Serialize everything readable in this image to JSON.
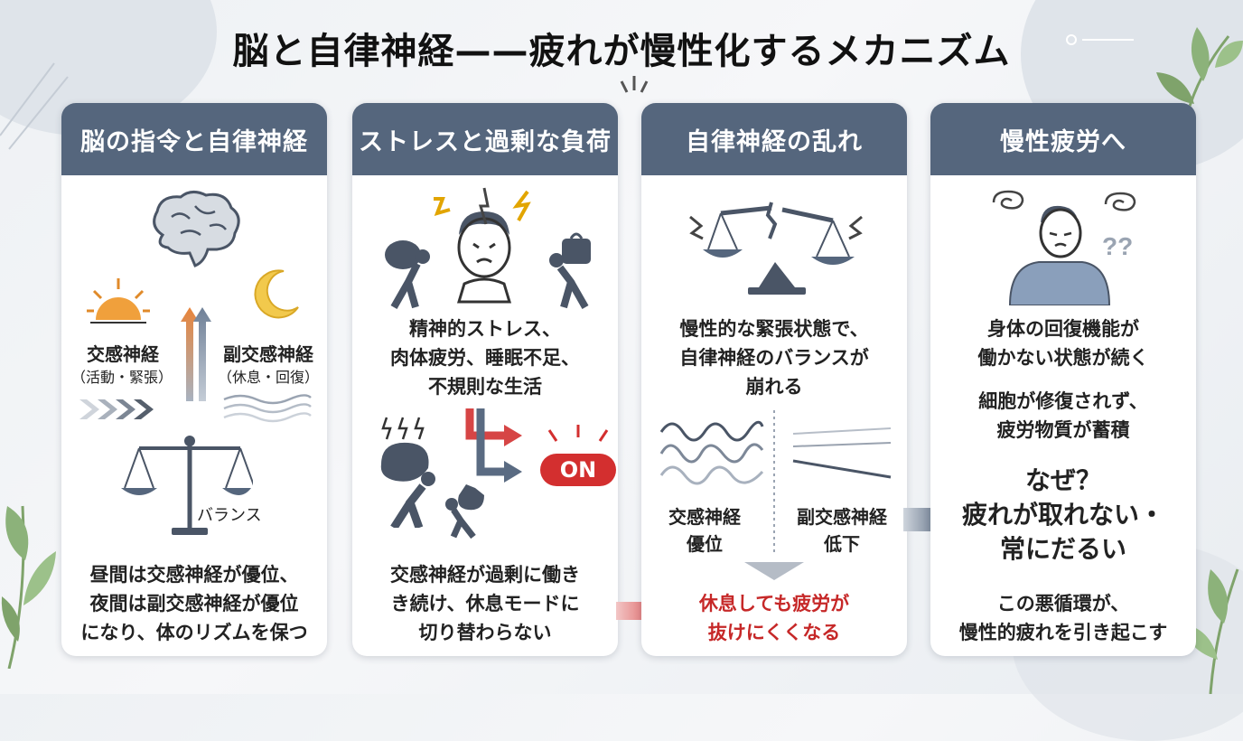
{
  "title": "脳と自律神経——疲れが慢性化するメカニズム",
  "colors": {
    "header": "#55667d",
    "accent_red": "#c62828",
    "orange": "#f0a03c",
    "moon": "#f2c94c"
  },
  "cards": [
    {
      "header": "脳の指令と自律神経",
      "sympathetic_label": "交感神経",
      "sympathetic_sub": "（活動・緊張）",
      "parasympathetic_label": "副交感神経",
      "parasympathetic_sub": "（休息・回復）",
      "balance_label": "バランス",
      "body_lines": [
        "昼間は交感神経が優位、",
        "夜間は副交感神経が優位",
        "になり、体のリズムを保つ"
      ],
      "icons": [
        "brain-icon",
        "sun-icon",
        "moon-icon",
        "arrows-up-icon",
        "chevron-arrows-icon",
        "waves-icon",
        "scale-icon"
      ]
    },
    {
      "header": "ストレスと過剰な負荷",
      "stress_lines": [
        "精神的ストレス、",
        "肉体疲労、睡眠不足、",
        "不規則な生活"
      ],
      "on_label": "ON",
      "body_lines": [
        "交感神経が過剰に働き",
        "き続け、休息モードに",
        "切り替わらない"
      ],
      "icons": [
        "stressed-face-icon",
        "lightning-icon",
        "carrying-person-icon",
        "arrow-icon"
      ]
    },
    {
      "header": "自律神経の乱れ",
      "state_lines": [
        "慢性的な緊張状態で、",
        "自律神経のバランスが",
        "崩れる"
      ],
      "left_label": [
        "交感神経",
        "優位"
      ],
      "right_label": [
        "副交感神経",
        "低下"
      ],
      "result_lines": [
        "休息しても疲労が",
        "抜けにくくなる"
      ],
      "icons": [
        "broken-scale-icon",
        "wave-lines-icon",
        "flat-lines-icon",
        "down-triangle-icon"
      ]
    },
    {
      "header": "慢性疲労へ",
      "lines1": [
        "身体の回復機能が",
        "働かない状態が続く"
      ],
      "lines2": [
        "細胞が修復されず、",
        "疲労物質が蓄積"
      ],
      "why": "なぜ？",
      "why_lines": [
        "疲れが取れない・",
        "常にだるい"
      ],
      "conclusion_lines": [
        "この悪循環が、",
        "慢性的疲れを引き起こす"
      ],
      "icons": [
        "tired-person-icon",
        "dizzy-icon",
        "question-icon"
      ]
    }
  ]
}
